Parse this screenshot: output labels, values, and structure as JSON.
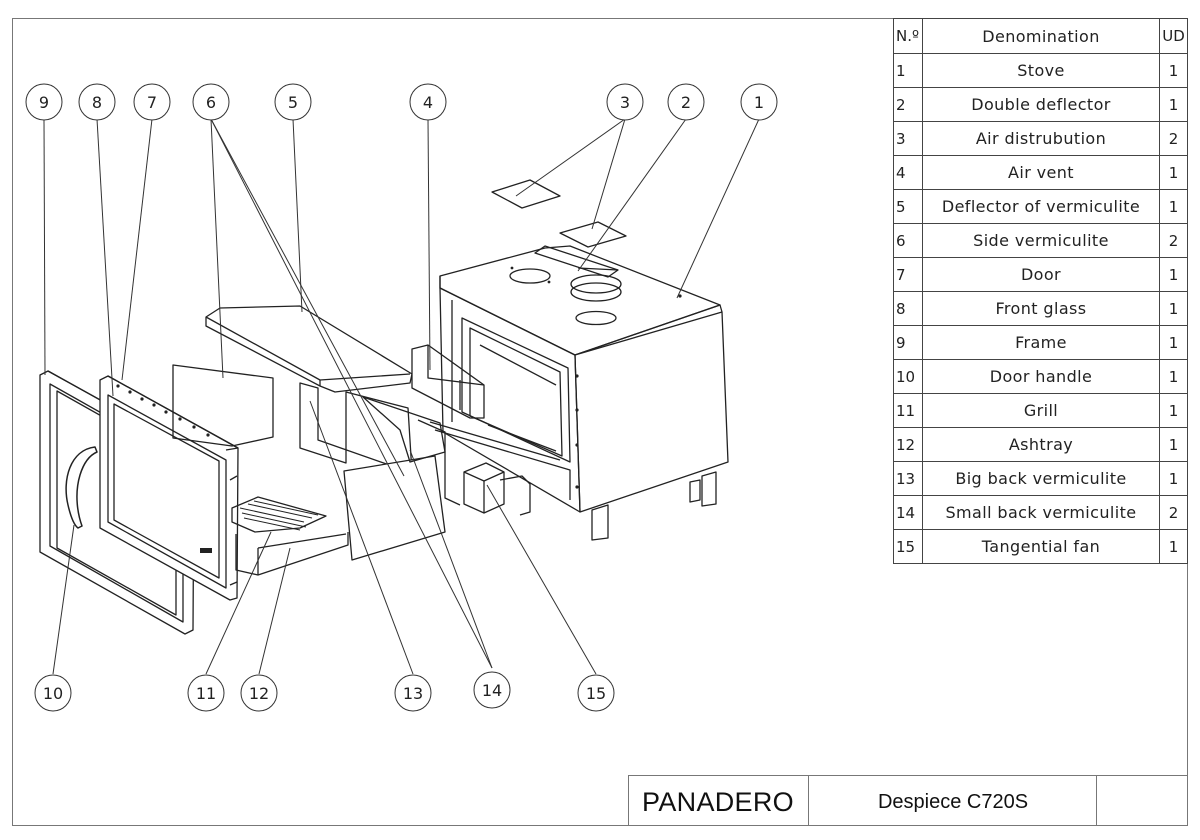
{
  "table": {
    "headers": {
      "num": "N.º",
      "name": "Denomination",
      "qty": "UD"
    },
    "rows": [
      {
        "num": "1",
        "name": "Stove",
        "qty": "1"
      },
      {
        "num": "2",
        "name": "Double deflector",
        "qty": "1"
      },
      {
        "num": "3",
        "name": "Air distrubution",
        "qty": "2"
      },
      {
        "num": "4",
        "name": "Air vent",
        "qty": "1"
      },
      {
        "num": "5",
        "name": "Deflector of vermiculite",
        "qty": "1"
      },
      {
        "num": "6",
        "name": "Side vermiculite",
        "qty": "2"
      },
      {
        "num": "7",
        "name": "Door",
        "qty": "1"
      },
      {
        "num": "8",
        "name": "Front glass",
        "qty": "1"
      },
      {
        "num": "9",
        "name": "Frame",
        "qty": "1"
      },
      {
        "num": "10",
        "name": "Door handle",
        "qty": "1"
      },
      {
        "num": "11",
        "name": "Grill",
        "qty": "1"
      },
      {
        "num": "12",
        "name": "Ashtray",
        "qty": "1"
      },
      {
        "num": "13",
        "name": "Big back vermiculite",
        "qty": "1"
      },
      {
        "num": "14",
        "name": "Small back vermiculite",
        "qty": "2"
      },
      {
        "num": "15",
        "name": "Tangential fan",
        "qty": "1"
      }
    ]
  },
  "callouts": {
    "top": [
      "9",
      "8",
      "7",
      "6",
      "5",
      "4",
      "3",
      "2",
      "1"
    ],
    "bottom": [
      "10",
      "11",
      "12",
      "13",
      "14",
      "15"
    ]
  },
  "title_block": {
    "brand": "PANADERO",
    "drawing_title": "Despiece C720S"
  }
}
